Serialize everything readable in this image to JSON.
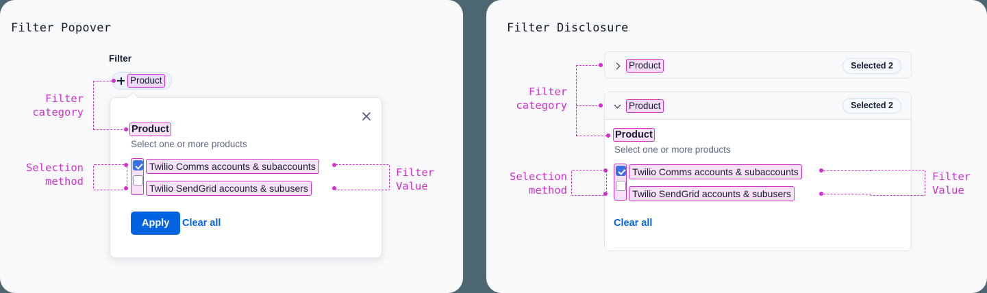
{
  "theme": {
    "page_background": "#4c6672",
    "panel_background": "#f9f9fb",
    "annotation_color": "#d22ed2",
    "accent_blue": "#0263e0",
    "checkbox_checked": "#3a70e2",
    "text_primary": "#121c2d",
    "text_muted": "#606b85",
    "badge_border": "#cfe0f4"
  },
  "panels": {
    "left": {
      "title": "Filter Popover",
      "filter_label": "Filter",
      "trigger_pill": {
        "icon": "plus-icon",
        "label": "Product"
      },
      "popover": {
        "close_icon": "close-icon",
        "group_title": "Product",
        "group_subtitle": "Select one or more products",
        "options": [
          {
            "label": "Twilio Comms accounts & subaccounts",
            "checked": true
          },
          {
            "label": "Twilio SendGrid accounts & subusers",
            "checked": false
          }
        ],
        "apply_label": "Apply",
        "clear_label": "Clear all"
      },
      "annotations": {
        "filter_category": "Filter\ncategory",
        "selection_method": "Selection\nmethod",
        "filter_value": "Filter\nValue"
      }
    },
    "right": {
      "title": "Filter Disclosure",
      "collapsed": {
        "chevron": "chevron-right-icon",
        "label": "Product",
        "badge": "Selected 2"
      },
      "expanded": {
        "chevron": "chevron-down-icon",
        "label": "Product",
        "badge": "Selected 2",
        "group_title": "Product",
        "group_subtitle": "Select one or more products",
        "options": [
          {
            "label": "Twilio Comms accounts & subaccounts",
            "checked": true
          },
          {
            "label": "Twilio SendGrid accounts & subusers",
            "checked": false
          }
        ],
        "clear_label": "Clear all"
      },
      "annotations": {
        "filter_category": "Filter\ncategory",
        "selection_method": "Selection\nmethod",
        "filter_value": "Filter\nValue"
      }
    }
  }
}
